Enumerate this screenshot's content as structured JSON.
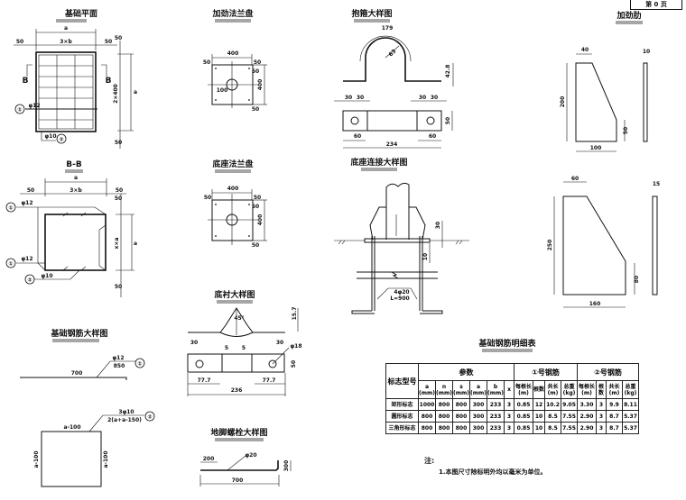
{
  "page_label": "第 0 页",
  "plan": {
    "title": "基础平面",
    "a": "a",
    "span": "3×b",
    "left": "50",
    "right": "50",
    "vert": "2×400",
    "vert_a": "a",
    "top50": "50",
    "bot50": "50",
    "sec_l": "B",
    "sec_r": "B",
    "bar1": "①",
    "bar1_dia": "φ12",
    "bar2": "②",
    "bar2_dia": "φ10"
  },
  "section": {
    "title": "B-B",
    "a": "a",
    "span": "3×b",
    "left": "50",
    "right": "50",
    "vert": "x×a",
    "vert_a": "a",
    "top50": "50",
    "bot50": "50",
    "bar1a": "①",
    "dia1a": "φ12",
    "bar1b": "①",
    "dia1b": "φ12",
    "bar2": "②",
    "dia2": "φ10"
  },
  "stiff_flange": {
    "title": "加劲法兰盘",
    "w": "400",
    "l": "50",
    "r": "50",
    "h": "400",
    "c": "100",
    "t": "50",
    "b": "50"
  },
  "base_flange": {
    "title": "底座法兰盘",
    "w": "400",
    "l": "50",
    "r": "50",
    "h": "400",
    "t": "50",
    "b": "50"
  },
  "liner": {
    "title": "底衬大样图",
    "h": "15.7",
    "a1": "30",
    "a2": "30",
    "g1": "5",
    "g2": "5",
    "hole": "φ18",
    "w": "50",
    "e1": "77.7",
    "e2": "77.7",
    "total": "236",
    "ang": "45°"
  },
  "rebar_detail": {
    "title": "基础钢筋大样图",
    "len": "700",
    "bar1_dia": "φ12",
    "bar1_len": "850",
    "bar1": "①",
    "side": "a-100",
    "bar2_spec": "3φ10",
    "bar2_len": "2(a+a-150)",
    "bar2": "②",
    "left": "a-100",
    "right": "a-100"
  },
  "anchor": {
    "title": "地脚螺栓大样图",
    "hook": "200",
    "dia": "φ20",
    "len": "700",
    "h": "300"
  },
  "hoop": {
    "title": "抱箍大样图",
    "arc": "179",
    "r": "63",
    "h": "42.8",
    "d1": "30",
    "d2": "30",
    "d3": "30",
    "d4": "30",
    "w": "50",
    "e1": "60",
    "e2": "60",
    "total": "234"
  },
  "base_conn": {
    "title": "底座连接大样图",
    "up": "30",
    "down": "10",
    "bolt": "4φ20",
    "bolt_len": "L=900"
  },
  "rib1": {
    "title": "加劲肋",
    "top": "40",
    "h": "200",
    "end": "50",
    "base": "100",
    "t": "10"
  },
  "rib2": {
    "top": "60",
    "h": "250",
    "end": "80",
    "base": "160",
    "t": "15"
  },
  "table": {
    "title": "基础钢筋明细表",
    "h_type": "标志型号",
    "h_params": "参数",
    "h_bar1": "①号钢筋",
    "h_bar2": "②号钢筋",
    "sub": [
      "a\n(mm)",
      "n\n(mm)",
      "s\n(mm)",
      "a\n(mm)",
      "b\n(mm)",
      "x",
      "每根长\n(m)",
      "根数",
      "共长\n(m)",
      "总重\n(kg)",
      "每根长\n(m)",
      "根数",
      "共长\n(m)",
      "总重\n(kg)"
    ],
    "rows": [
      [
        "矩形标志",
        "1000",
        "800",
        "800",
        "300",
        "233",
        "3",
        "0.85",
        "12",
        "10.2",
        "9.05",
        "3.30",
        "3",
        "9.9",
        "8.11"
      ],
      [
        "圆形标志",
        "800",
        "800",
        "800",
        "300",
        "233",
        "3",
        "0.85",
        "10",
        "8.5",
        "7.55",
        "2.90",
        "3",
        "8.7",
        "5.37"
      ],
      [
        "三角形标志",
        "800",
        "800",
        "800",
        "300",
        "233",
        "3",
        "0.85",
        "10",
        "8.5",
        "7.55",
        "2.90",
        "3",
        "8.7",
        "5.37"
      ]
    ]
  },
  "notes": {
    "label": "注:",
    "line1": "1.本图尺寸除标明外均以毫米为单位。"
  }
}
